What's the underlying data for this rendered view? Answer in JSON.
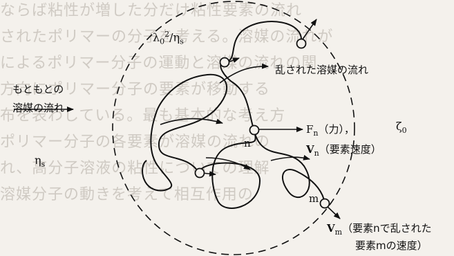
{
  "background": {
    "lines": [
      "ならば粘性が増した分だけ粘性要素の流れ",
      "されたポリマーの分子を考える。溶媒の流れが",
      "によるポリマー分子の運動と溶媒の流れの関",
      "方向にポリマー分子の要素が移動する",
      "布を表わしている。最も基本的な考え方",
      "ポリマー分子の各要素が溶媒の流れの",
      "れ、高分子溶液の粘性についての理解",
      "溶媒分子の動きを考えて相互作用の"
    ]
  },
  "diagram": {
    "circle_label": {
      "sym": "λ",
      "sub": "0",
      "sup": "2",
      "tail": "/η",
      "tail_sub": "s"
    },
    "disturbed_flow": "乱された溶媒の流れ",
    "original_flow_line1": "もともとの",
    "original_flow_line2": "溶媒の流れ",
    "eta_s": {
      "sym": "η",
      "sub": "s"
    },
    "node_n": "n",
    "node_m": "m",
    "force": {
      "sym": "F",
      "sub": "n",
      "text": "（力），"
    },
    "zeta": {
      "sym": "ζ",
      "sub": "0"
    },
    "vn": {
      "sym": "V",
      "sub": "n",
      "text": "（要素速度）"
    },
    "vm": {
      "sym": "V",
      "sub": "m",
      "text": "（要素nで乱された"
    },
    "vm_line2": "要素mの速度）"
  }
}
